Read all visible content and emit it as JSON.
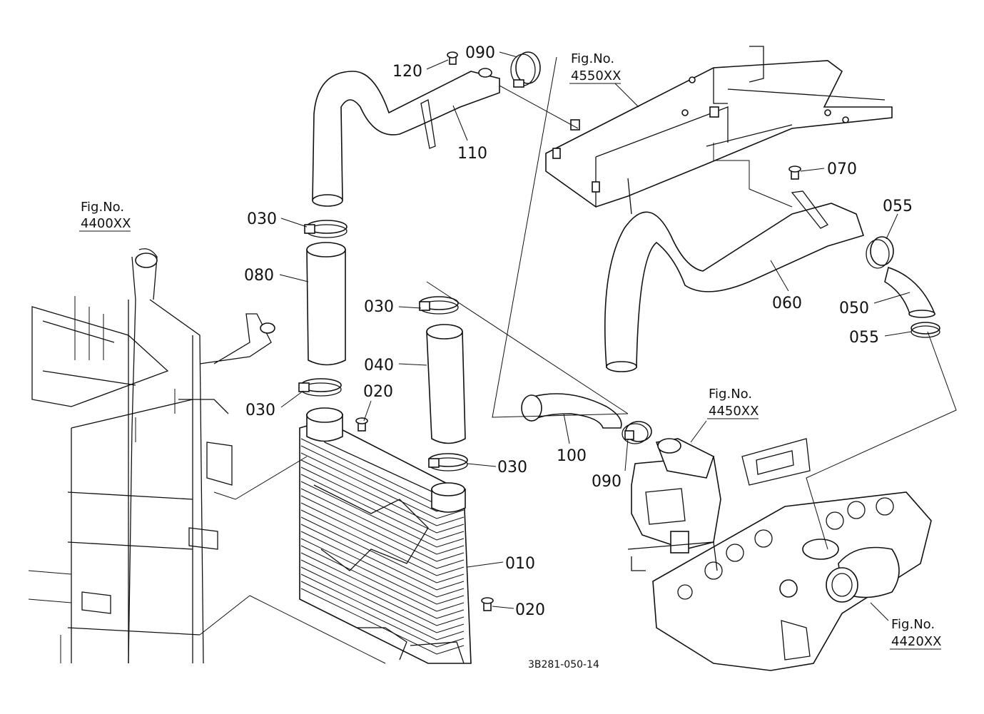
{
  "diagram": {
    "drawing_code": "3B281-050-14",
    "callouts": [
      {
        "id": "c120",
        "text": "120"
      },
      {
        "id": "c090a",
        "text": "090"
      },
      {
        "id": "c110",
        "text": "110"
      },
      {
        "id": "c030a",
        "text": "030"
      },
      {
        "id": "c080",
        "text": "080"
      },
      {
        "id": "c030b",
        "text": "030"
      },
      {
        "id": "c020a",
        "text": "020"
      },
      {
        "id": "c030c",
        "text": "030"
      },
      {
        "id": "c040",
        "text": "040"
      },
      {
        "id": "c030d",
        "text": "030"
      },
      {
        "id": "c010",
        "text": "010"
      },
      {
        "id": "c020b",
        "text": "020"
      },
      {
        "id": "c100",
        "text": "100"
      },
      {
        "id": "c090b",
        "text": "090"
      },
      {
        "id": "c070",
        "text": "070"
      },
      {
        "id": "c055a",
        "text": "055"
      },
      {
        "id": "c060",
        "text": "060"
      },
      {
        "id": "c050",
        "text": "050"
      },
      {
        "id": "c055b",
        "text": "055"
      }
    ],
    "figure_refs": [
      {
        "id": "f4550",
        "line1": "Fig.No.",
        "line2": "4550XX"
      },
      {
        "id": "f4400",
        "line1": "Fig.No.",
        "line2": "4400XX"
      },
      {
        "id": "f4450",
        "line1": "Fig.No.",
        "line2": "4450XX"
      },
      {
        "id": "f4420",
        "line1": "Fig.No.",
        "line2": "4420XX"
      }
    ]
  }
}
